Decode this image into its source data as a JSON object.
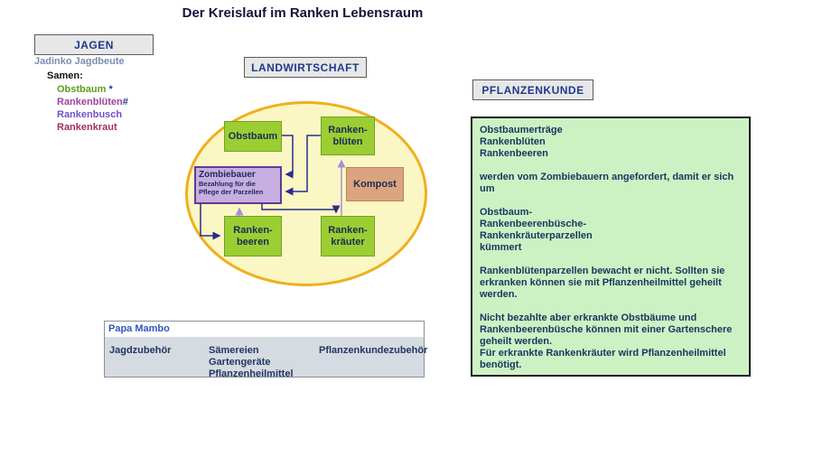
{
  "title": "Der Kreislauf im Ranken Lebensraum",
  "jagen": {
    "header": "JAGEN",
    "subtitle": "Jadinko Jagdbeute",
    "samen_label": "Samen:",
    "items": [
      {
        "label": "Obstbaum",
        "suffix": " *",
        "color": "#5c9e1e"
      },
      {
        "label": "Rankenblüten",
        "suffix": "#",
        "color": "#a040a0"
      },
      {
        "label": "Rankenbusch",
        "suffix": "",
        "color": "#7050c8"
      },
      {
        "label": "Rankenkraut",
        "suffix": "",
        "color": "#a03060"
      }
    ]
  },
  "landwirtschaft": {
    "header": "LANDWIRTSCHAFT",
    "nodes": {
      "obstbaum": "Obstbaum",
      "rankenblueten": "Ranken-\nblüten",
      "kompost": "Kompost",
      "rankenbeeren": "Ranken-\nbeeren",
      "rankenkraeuter": "Ranken-\nkräuter",
      "zombiebauer_title": "Zombiebauer",
      "zombiebauer_subtitle": "Bezahlung für die Pflege der Parzellen"
    }
  },
  "pflanzenkunde": {
    "header": "PFLANZENKUNDE",
    "paragraphs": [
      "Obstbaumerträge\nRankenblüten\nRankenbeeren",
      "werden vom Zombiebauern angefordert, damit er sich um",
      "Obstbaum-\nRankenbeerenbüsche-\nRankenkräuterparzellen\nkümmert",
      "Rankenblütenparzellen bewacht er nicht. Sollten sie erkranken können sie mit Pflanzenheilmittel geheilt werden.",
      "Nicht bezahlte aber erkrankte Obstbäume und Rankenbeerenbüsche können mit einer Gartenschere geheilt werden.\nFür erkrankte Rankenkräuter wird Pflanzenheilmittel benötigt."
    ]
  },
  "papa_mambo": {
    "title": "Papa Mambo",
    "col1": "Jagdzubehör",
    "col2": [
      "Sämereien",
      "Gartengeräte",
      "Pflanzenheilmittel"
    ],
    "col3": "Pflanzenkundezubehör"
  },
  "colors": {
    "node_green": "#9bce33",
    "kompost_tan": "#dba47e",
    "zombie_bg": "#c7aee0",
    "zombie_border": "#5f3a96",
    "ellipse_fill": "#fbf7c4",
    "ellipse_border": "#eeb01e",
    "panel_green": "#ccf2c4",
    "arrow_navy": "#2b2b8c",
    "arrow_purple": "#a58fd8",
    "header_text": "#1f3a8c"
  }
}
